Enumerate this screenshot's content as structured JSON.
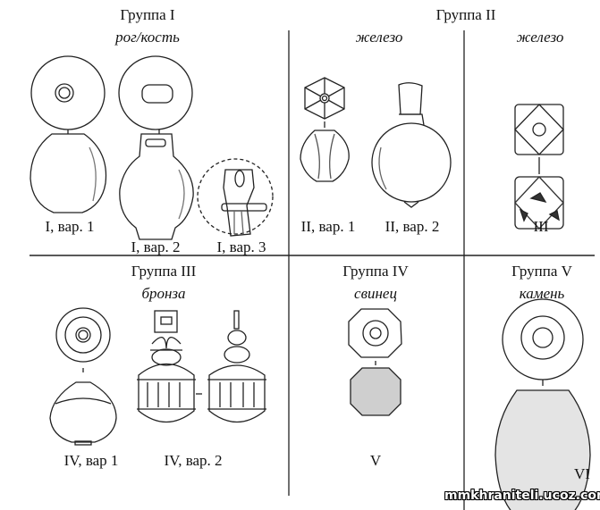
{
  "top": {
    "group1": {
      "title": "Группа I",
      "material": "рог/кость",
      "labels": [
        "I, вар. 1",
        "I, вар. 2",
        "I, вар. 3"
      ]
    },
    "group2": {
      "title": "Группа II",
      "material_left": "железо",
      "material_right": "железо",
      "labels": [
        "II, вар. 1",
        "II, вар. 2",
        "III"
      ]
    }
  },
  "bottom": {
    "group3": {
      "title": "Группа III",
      "material": "бронза",
      "labels": [
        "IV, вар 1",
        "IV, вар. 2"
      ]
    },
    "group4": {
      "title": "Группа IV",
      "material": "свинец",
      "labels": [
        "V"
      ]
    },
    "group5": {
      "title": "Группа V",
      "material": "камень",
      "labels": [
        "VI"
      ]
    }
  },
  "watermark": "mmkhraniteli.ucoz.com"
}
